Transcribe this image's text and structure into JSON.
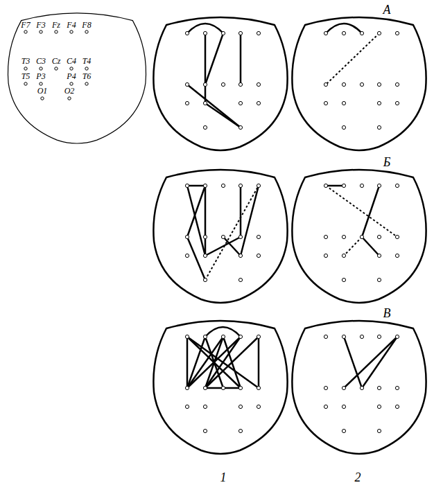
{
  "diagram": {
    "labels": [
      "F7",
      "F3",
      "Fz",
      "F4",
      "F8",
      "T3",
      "C3",
      "Cz",
      "C4",
      "T4",
      "T5",
      "P3",
      "P4",
      "T6",
      "O1",
      "O2",
      "А",
      "Б",
      "В",
      "1",
      "2"
    ]
  }
}
